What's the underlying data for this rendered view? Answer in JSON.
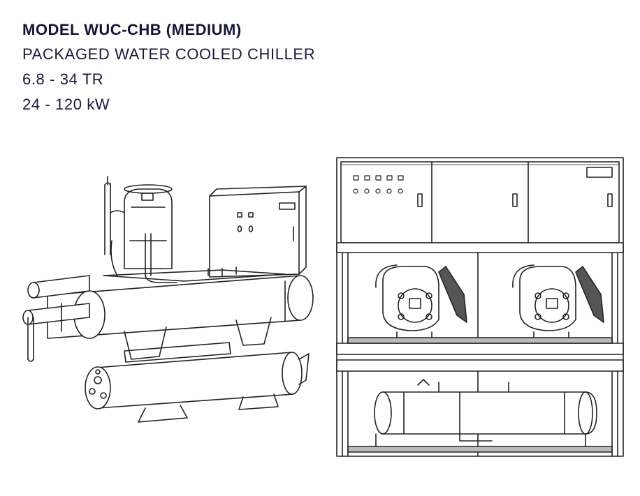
{
  "header": {
    "model": "MODEL WUC-CHB (MEDIUM)",
    "product": "PACKAGED WATER COOLED CHILLER",
    "capacity_tr": "6.8 - 34 TR",
    "capacity_kw": "24 - 120 kW"
  },
  "illustrations": {
    "isometric": {
      "icon": "chiller-isometric-drawing"
    },
    "front": {
      "icon": "chiller-front-view-drawing"
    }
  }
}
